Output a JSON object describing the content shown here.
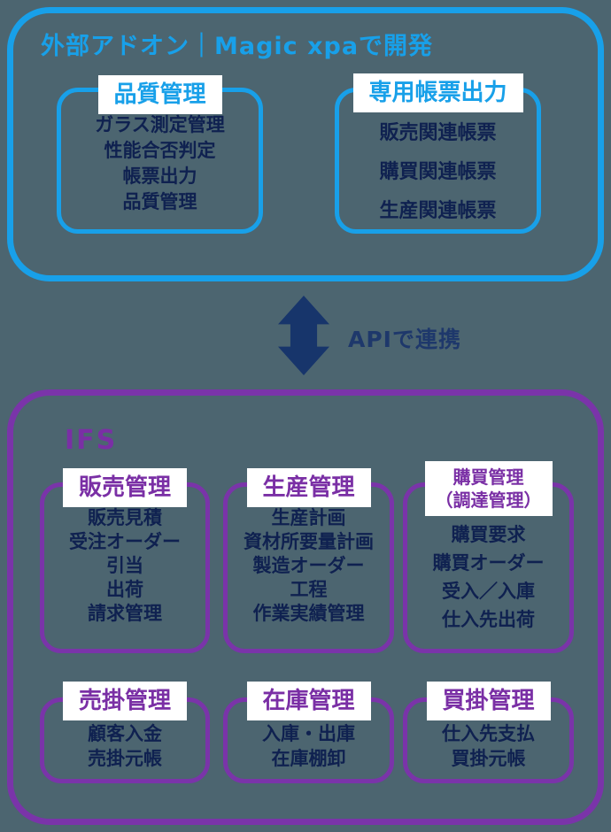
{
  "background_color": "#4C6570",
  "addon_section": {
    "title": "外部アドオン｜Magic xpaで開発",
    "accent_color": "#18A0E9",
    "modules": [
      {
        "label": "品質管理",
        "items": [
          "ガラス測定管理",
          "性能合否判定",
          "帳票出力",
          "品質管理"
        ]
      },
      {
        "label": "専用帳票出力",
        "items": [
          "販売関連帳票",
          "購買関連帳票",
          "生産関連帳票"
        ]
      }
    ]
  },
  "connector": {
    "label": "APIで連携",
    "arrow_color": "#17356B",
    "text_color": "#1E386B"
  },
  "ifs_section": {
    "title": "IFS",
    "accent_color": "#7A34A9",
    "text_color": "#0F2150",
    "modules": [
      {
        "label": "販売管理",
        "items": [
          "販売見積",
          "受注オーダー",
          "引当",
          "出荷",
          "請求管理"
        ]
      },
      {
        "label": "生産管理",
        "items": [
          "生産計画",
          "資材所要量計画",
          "製造オーダー",
          "工程",
          "作業実績管理"
        ]
      },
      {
        "label_line1": "購買管理",
        "label_line2": "（調達管理）",
        "items": [
          "購買要求",
          "購買オーダー",
          "受入／入庫",
          "仕入先出荷"
        ]
      },
      {
        "label": "売掛管理",
        "items": [
          "顧客入金",
          "売掛元帳"
        ]
      },
      {
        "label": "在庫管理",
        "items": [
          "入庫・出庫",
          "在庫棚卸"
        ]
      },
      {
        "label": "買掛管理",
        "items": [
          "仕入先支払",
          "買掛元帳"
        ]
      }
    ]
  }
}
